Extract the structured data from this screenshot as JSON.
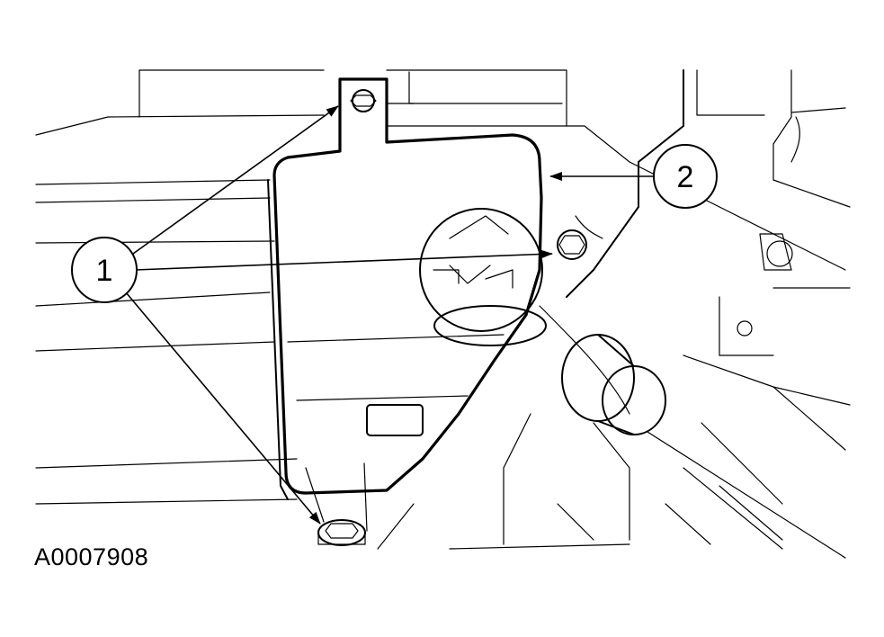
{
  "callouts": [
    {
      "id": "1",
      "label": "1",
      "target": "bolts"
    },
    {
      "id": "2",
      "label": "2",
      "target": "cover"
    }
  ],
  "figure_id": "A0007908"
}
